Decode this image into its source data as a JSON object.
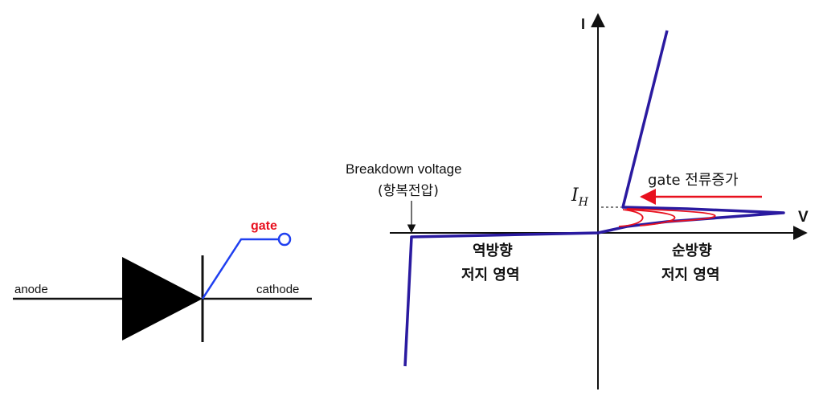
{
  "symbol": {
    "anode": "anode",
    "cathode": "cathode",
    "gate": "gate"
  },
  "iv": {
    "i_axis": "I",
    "v_axis": "V",
    "holding_label_main": "I",
    "holding_label_sub": "H",
    "breakdown_en": "Breakdown voltage",
    "breakdown_ko": "(항복전압)",
    "gate_increase": "gate 전류증가",
    "reverse_line1": "역방향",
    "reverse_line2": "저지 영역",
    "forward_line1": "순방향",
    "forward_line2": "저지 영역"
  },
  "colors": {
    "curve": "#2a1aa0",
    "gate_curve": "#e8101e",
    "gate_wire": "#1f3ff0",
    "gate_text": "#e8101e",
    "ink": "#111111"
  }
}
